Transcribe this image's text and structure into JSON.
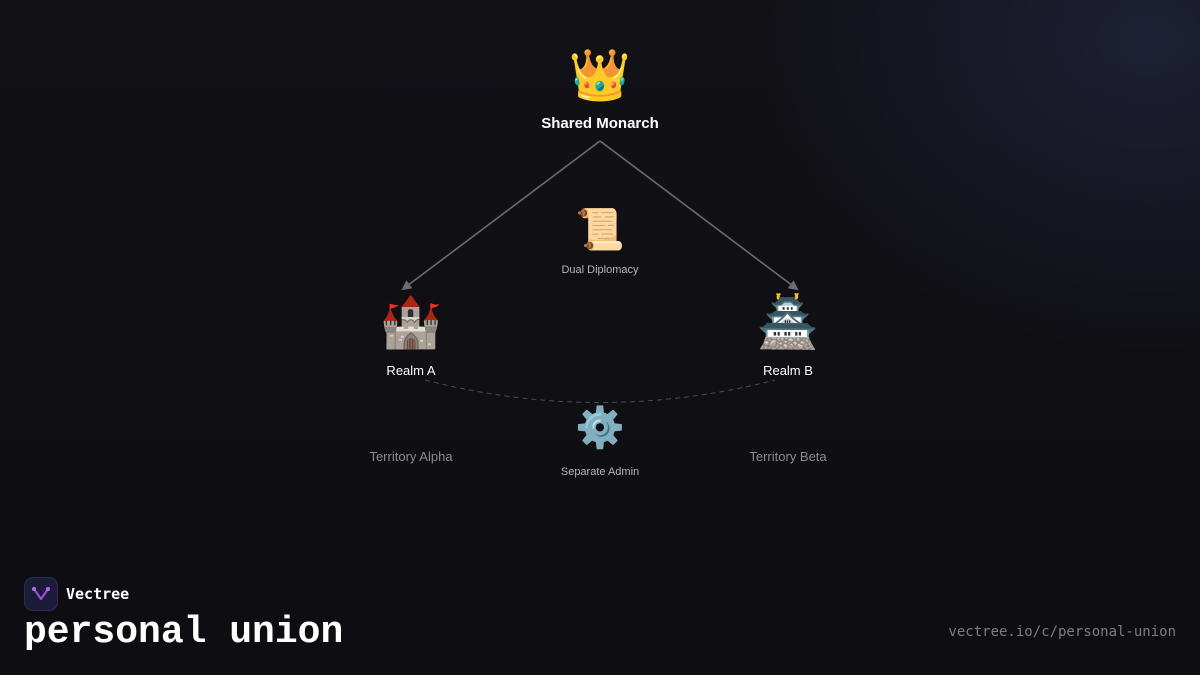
{
  "diagram": {
    "monarch": {
      "icon": "crown-icon",
      "emoji": "👑",
      "label": "Shared Monarch"
    },
    "diplomacy": {
      "icon": "scroll-icon",
      "emoji": "📜",
      "label": "Dual Diplomacy"
    },
    "realm_a": {
      "icon": "castle-icon",
      "emoji": "🏰",
      "label": "Realm A"
    },
    "realm_b": {
      "icon": "japanese-castle-icon",
      "emoji": "🏯",
      "label": "Realm B"
    },
    "admin": {
      "icon": "gear-icon",
      "emoji": "⚙️",
      "label": "Separate Admin"
    },
    "territory_alpha": {
      "label": "Territory Alpha"
    },
    "territory_beta": {
      "label": "Territory Beta"
    }
  },
  "brand": {
    "name": "Vectree",
    "logo_icon": "vectree-logo-icon",
    "accent": "#9b4fd6"
  },
  "page": {
    "title": "personal union",
    "url": "vectree.io/c/personal-union"
  },
  "colors": {
    "background": "#0f0f13",
    "arrow": "#6b6b70",
    "text": "#ffffff",
    "muted": "#8a8a92"
  }
}
